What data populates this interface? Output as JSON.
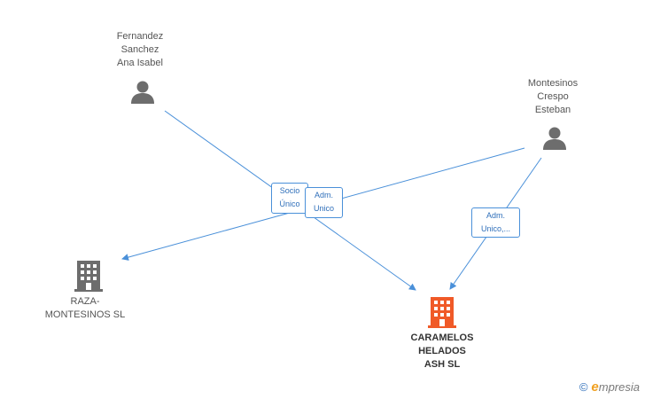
{
  "nodes": {
    "person_fernandez": {
      "label": "Fernandez\nSanchez\nAna Isabel",
      "icon": "person-icon"
    },
    "person_montesinos": {
      "label": "Montesinos\nCrespo\nEsteban",
      "icon": "person-icon"
    },
    "company_raza": {
      "label": "RAZA-\nMONTESINOS SL",
      "icon": "building-icon"
    },
    "company_caramelos": {
      "label": "CARAMELOS\nHELADOS\nASH SL",
      "icon": "building-icon"
    }
  },
  "edges": {
    "socio_unico": "Socio\nÚnico",
    "adm_unico_1": "Adm.\nUnico",
    "adm_unico_2": "Adm.\nUnico,..."
  },
  "colors": {
    "line": "#4a90d9",
    "person_icon": "#6d6d6d",
    "company_icon": "#6d6d6d",
    "main_company_icon": "#f05a28"
  },
  "brand": {
    "copyright": "©",
    "name_initial": "e",
    "name_rest": "mpresia"
  }
}
